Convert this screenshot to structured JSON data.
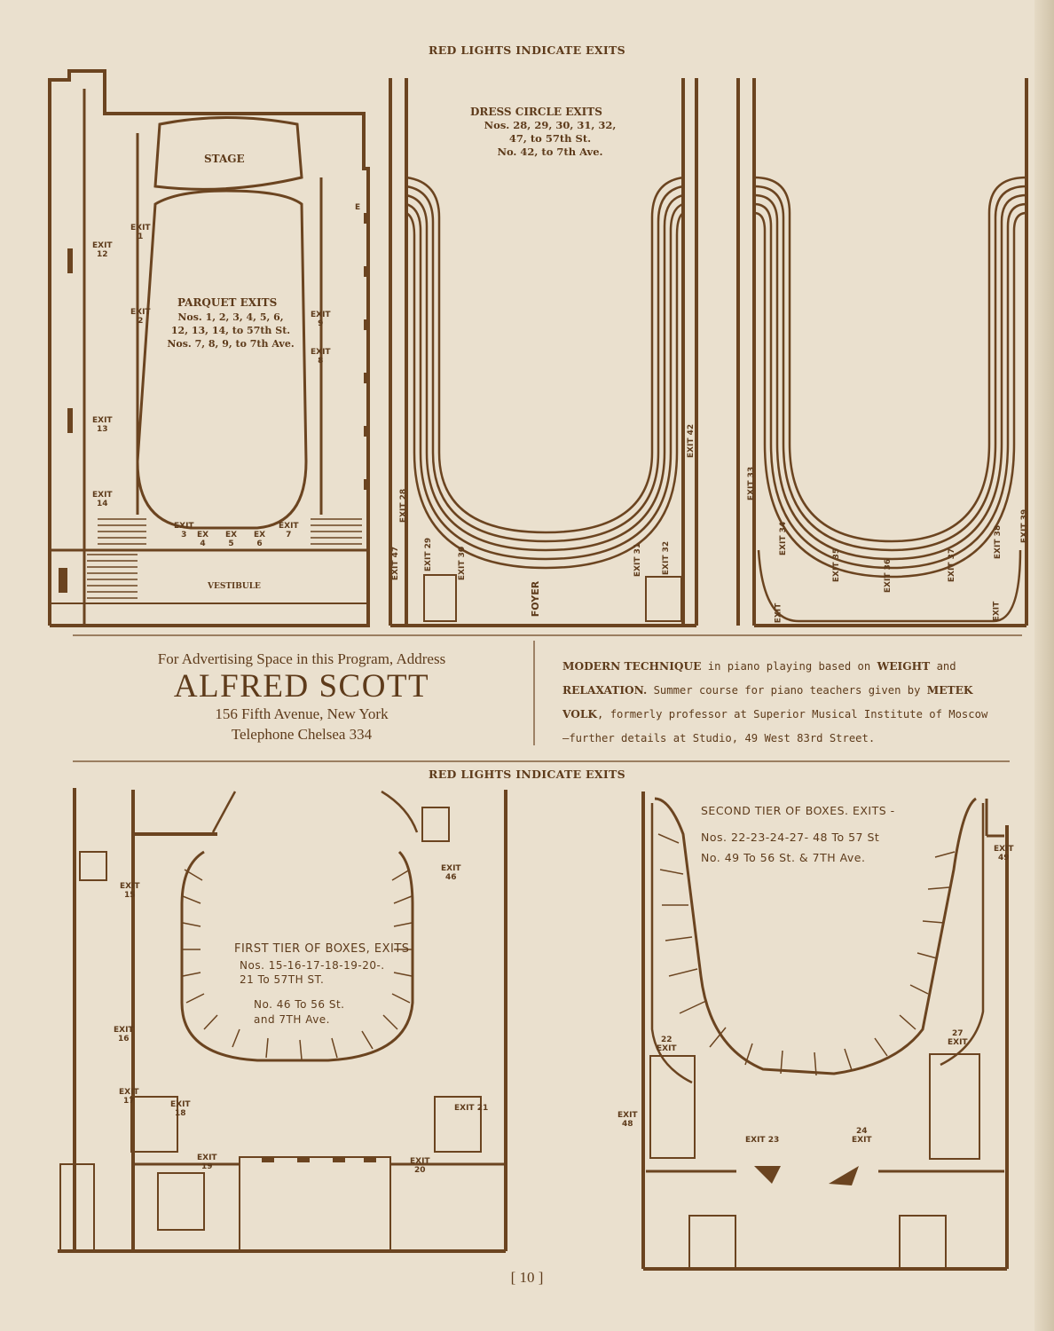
{
  "header_top": "RED LIGHTS INDICATE EXITS",
  "header_mid": "RED LIGHTS INDICATE EXITS",
  "parquet": {
    "stage": "STAGE",
    "vestibule": "VESTIBULE",
    "title": "PARQUET EXITS",
    "lines": "Nos. 1, 2, 3, 4, 5, 6,\n12, 13, 14, to 57th St.\nNos. 7, 8, 9, to 7th Ave.",
    "exits": {
      "e1": "EXIT\n1",
      "e2": "EXIT\n2",
      "e9": "EXIT\n9",
      "e8": "EXIT\n8",
      "e12": "EXIT\n12",
      "e13": "EXIT\n13",
      "e14": "EXIT\n14",
      "e3": "EXIT\n3",
      "e4": "EX\n4",
      "e5": "EX\n5",
      "e6": "EX\n6",
      "e7": "EXIT\n7",
      "side_e": "E"
    }
  },
  "dress_circle": {
    "title": "DRESS CIRCLE EXITS",
    "lines": "Nos. 28, 29, 30, 31, 32,\n47, to 57th St.\nNo. 42, to 7th Ave.",
    "foyer": "FOYER",
    "exits": {
      "e28": "EXIT 28",
      "e47": "EXIT 47",
      "e29": "EXIT 29",
      "e30": "EXIT 30",
      "e31": "EXIT 31",
      "e32": "EXIT 32",
      "e42": "EXIT 42",
      "e33": "EXIT 33",
      "e34": "EXIT 34",
      "e35": "EXIT 35",
      "e36": "EXIT 36",
      "e37": "EXIT 37",
      "e38": "EXIT 38",
      "e39": "EXIT 39",
      "e_left": "EXIT",
      "e_right": "EXIT"
    }
  },
  "advert_left": {
    "line1": "For Advertising Space in this Program, Address",
    "name": "ALFRED SCOTT",
    "line3": "156 Fifth Avenue, New York",
    "line4": "Telephone Chelsea 334"
  },
  "advert_right": {
    "b1": "MODERN TECHNIQUE",
    "t1": " in piano playing based on ",
    "b2": "WEIGHT",
    "t2": " and",
    "b3": "RELAXATION.",
    "t3": " Summer course for piano teachers given by ",
    "b4": "METEK",
    "b5": "VOLK",
    "t5": ", formerly professor at Superior Musical Institute of Moscow",
    "t6": "—further details at Studio, 49 West 83rd Street."
  },
  "first_tier": {
    "title": "FIRST TIER OF BOXES, EXITS",
    "lines": "Nos. 15-16-17-18-19-20-.\n21 To 57TH ST.",
    "lines2": "No. 46 To 56 St.\nand 7TH Ave.",
    "exits": {
      "e15": "EXIT\n15",
      "e16": "EXIT\n16",
      "e17": "EXIT\n17",
      "e18": "EXIT\n18",
      "e19": "EXIT\n19",
      "e20": "EXIT\n20",
      "e21": "EXIT 21",
      "e46": "EXIT\n46"
    }
  },
  "second_tier": {
    "title": "SECOND TIER OF BOXES. EXITS -",
    "lines": "Nos. 22-23-24-27- 48 To 57 St\nNo. 49 To 56 St. & 7TH Ave.",
    "exits": {
      "e49": "EXIT\n49",
      "e22": "22\nEXIT",
      "e27": "27\nEXIT",
      "e48": "EXIT\n48",
      "e23": "EXIT 23",
      "e24": "24\nEXIT"
    }
  },
  "page_number": "[ 10 ]"
}
